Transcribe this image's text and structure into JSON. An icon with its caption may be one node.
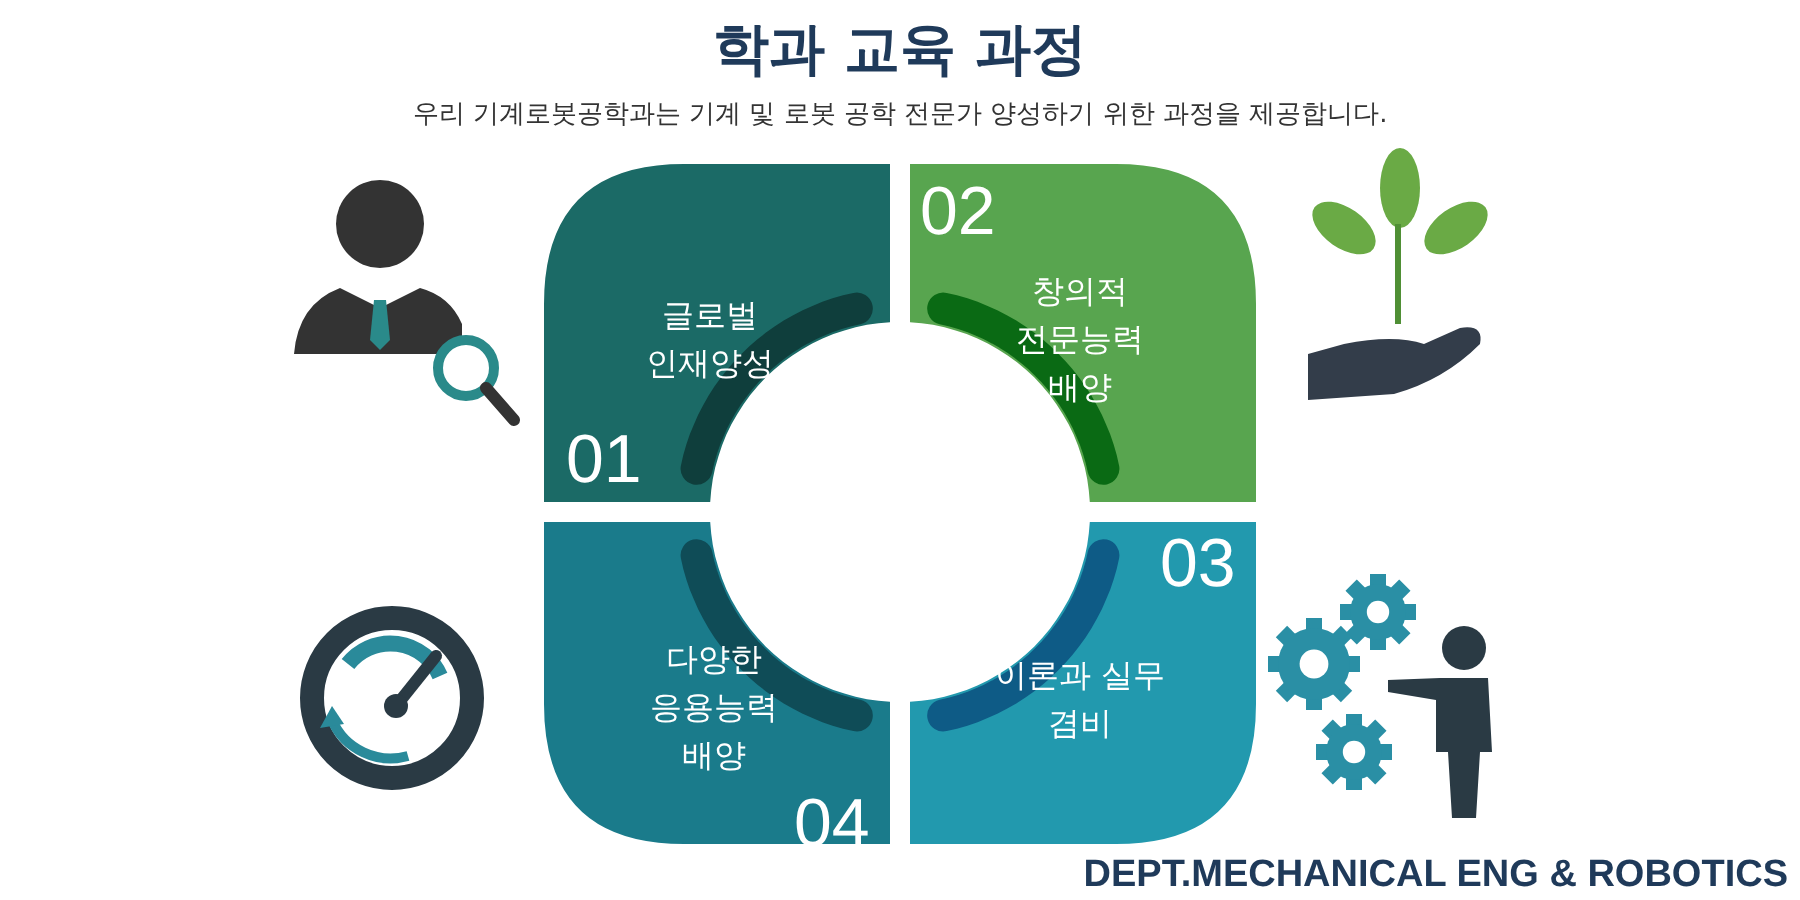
{
  "diagram": {
    "title": "학과 교육 과정",
    "nodes": [
      {
        "text": [
          "글로벌 인재양성",
          "01"
        ]
      },
      {
        "text": [
          "02",
          "창의적 전문능력 배양"
        ]
      },
      {
        "text": [
          "다양한 응용능력 배양",
          "04"
        ]
      },
      {
        "text": [
          "03",
          "이론과 실무 겸비"
        ]
      }
    ],
    "edges": [],
    "labels": [
      "우리 기계로봇공학과는 기계 및 로봇 공학 전문가 양성하기 위한 과정을 제공합니다.",
      "DEPT.MECHANICAL ENG & ROBOTICS"
    ]
  }
}
